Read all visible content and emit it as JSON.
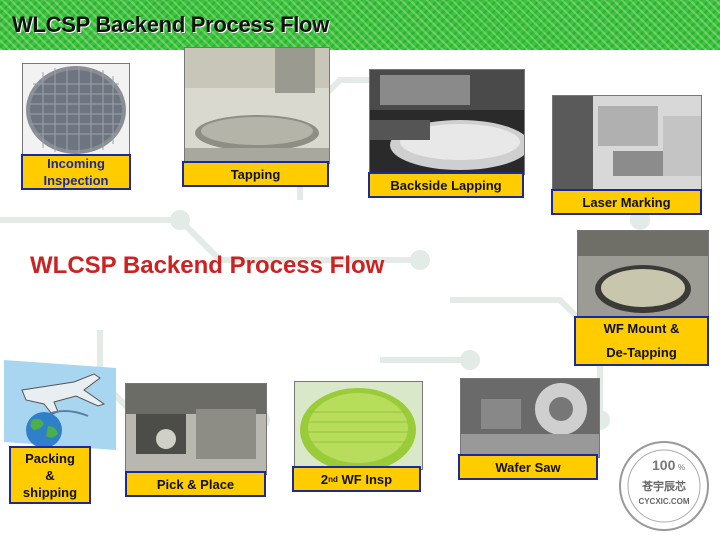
{
  "header": {
    "title": "WLCSP Backend Process Flow"
  },
  "main_title": "WLCSP Backend Process Flow",
  "steps": [
    {
      "line1": "Incoming",
      "line2": "Inspection"
    },
    {
      "line1": "Tapping"
    },
    {
      "line1": "Backside Lapping"
    },
    {
      "line1": "Laser Marking"
    },
    {
      "line1": "WF Mount &",
      "line2": "De-Tapping"
    },
    {
      "line1": "Wafer Saw"
    },
    {
      "prefix": "2",
      "sup": "nd",
      "suffix": " WF Insp"
    },
    {
      "line1": "Pick & Place"
    },
    {
      "line1": "Packing",
      "line2": "&",
      "line3": "shipping"
    }
  ],
  "watermark": {
    "line1": "100",
    "line2": "%",
    "line3": "苍宇辰芯",
    "line4": "CYCXIC.COM"
  },
  "colors": {
    "label_bg": "#ffcc00",
    "label_border": "#1a2a9a",
    "title_red": "#cc2222",
    "header_green": "#3cc43c"
  }
}
